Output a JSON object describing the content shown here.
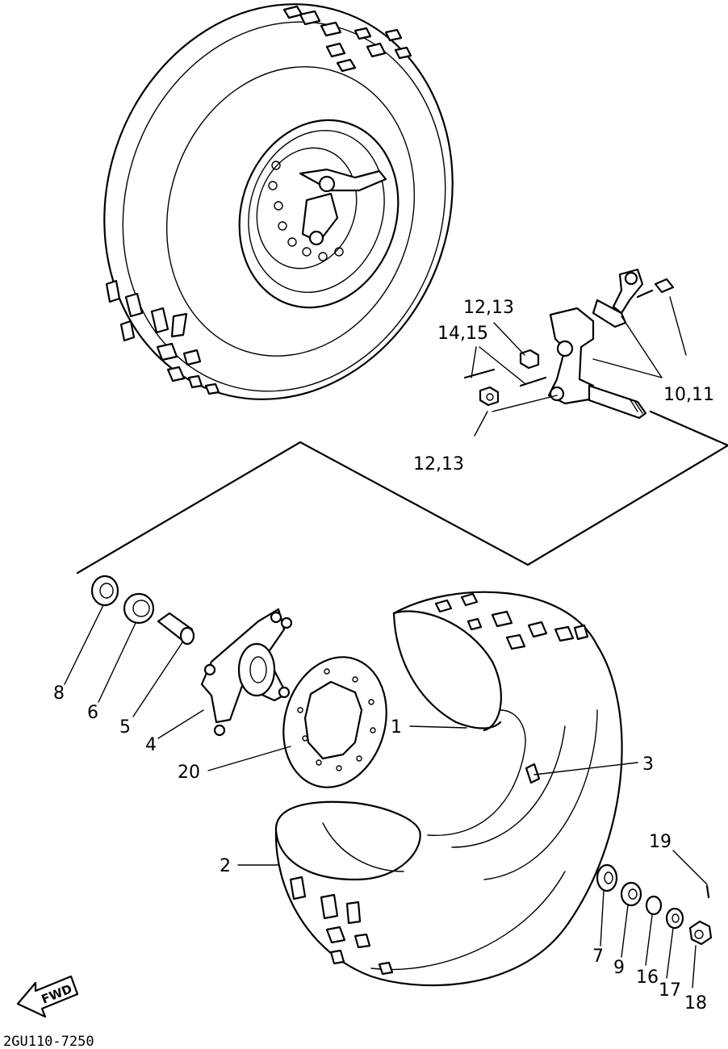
{
  "labels": {
    "p1": "1",
    "p2": "2",
    "p3": "3",
    "p4": "4",
    "p5": "5",
    "p6": "6",
    "p7": "7",
    "p8": "8",
    "p9": "9",
    "p10_11": "10,11",
    "p12_13_top": "12,13",
    "p12_13_bottom": "12,13",
    "p14_15": "14,15",
    "p16": "16",
    "p17": "17",
    "p18": "18",
    "p19": "19",
    "p20": "20"
  },
  "fwd_arrow": "FWD",
  "drawing_code": "2GU110-7250"
}
